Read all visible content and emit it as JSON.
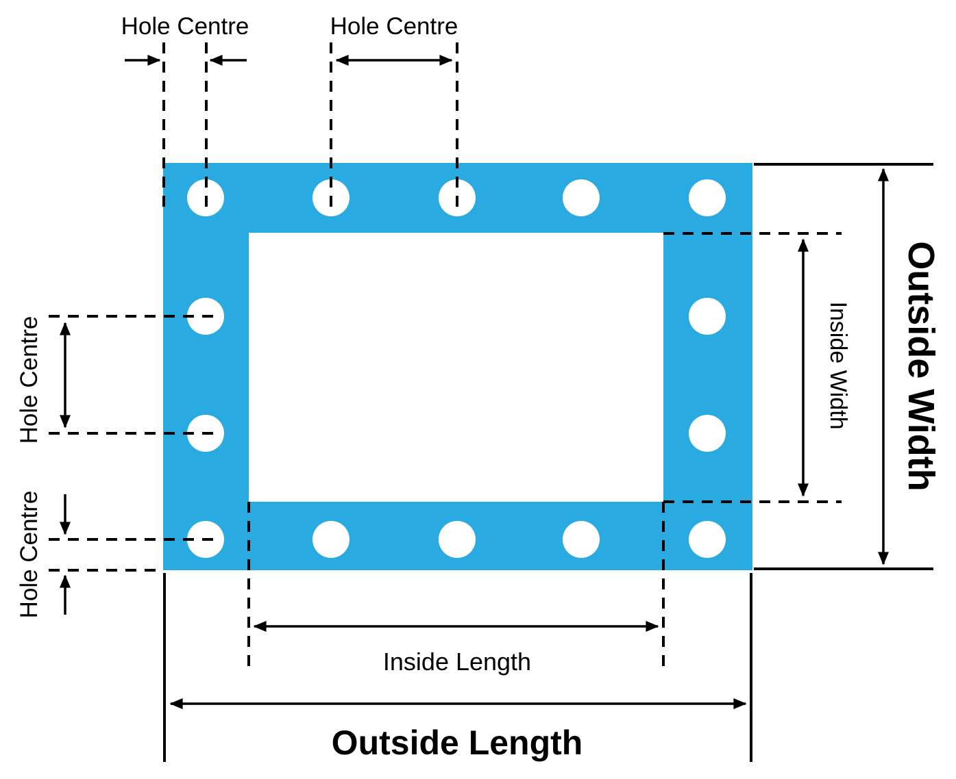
{
  "colors": {
    "gasket": "#29ABE2",
    "hole": "#FFFFFF",
    "line": "#000000",
    "text": "#000000",
    "background": "#FFFFFF"
  },
  "labels": {
    "hole_centre_top_left": "Hole Centre",
    "hole_centre_top_middle": "Hole Centre",
    "hole_centre_left_upper": "Hole Centre",
    "hole_centre_left_lower": "Hole Centre",
    "inside_width": "Inside Width",
    "outside_width": "Outside Width",
    "inside_length": "Inside Length",
    "outside_length": "Outside Length"
  },
  "gasket": {
    "bolt_hole_count": 14,
    "holes_top_row": 5,
    "holes_bottom_row": 5,
    "holes_left_column": 4,
    "holes_right_column": 4
  }
}
